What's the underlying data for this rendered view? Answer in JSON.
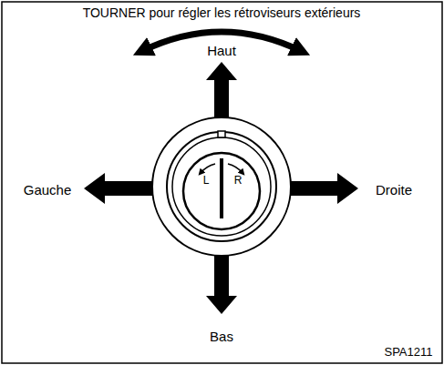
{
  "diagram": {
    "labels": [
      "TOURNER pour régler les rétroviseurs extérieurs",
      "Haut",
      "Gauche",
      "Droite",
      "Bas",
      "L",
      "R",
      "SPA1211"
    ]
  }
}
